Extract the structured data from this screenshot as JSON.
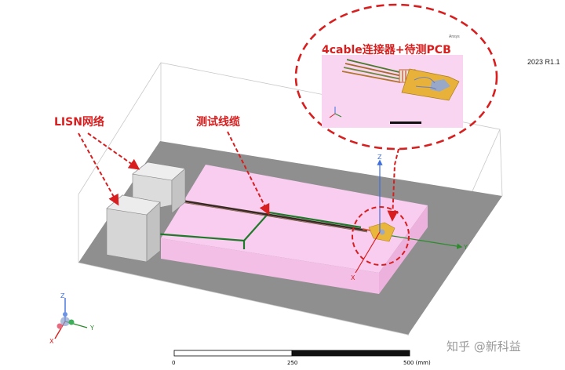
{
  "version": "2023 R1.1",
  "annotations": {
    "lisn": "LISN网络",
    "cable": "测试线缆",
    "inset": "4cable连接器+待测PCB"
  },
  "inset_brand": "Ansys",
  "axes": {
    "x": "X",
    "y": "Y",
    "z": "Z"
  },
  "scale_bar": {
    "labels": [
      "0",
      "250",
      "500 (mm)"
    ]
  },
  "watermark": "知乎 @新科益",
  "colors": {
    "annotation": "#d81e1e",
    "ground": "#8f8f8f",
    "board": "#f9cdf0",
    "cable_green": "#1e7a28",
    "lisn": "#d7d7d7",
    "pcb": "#e9b73c"
  }
}
